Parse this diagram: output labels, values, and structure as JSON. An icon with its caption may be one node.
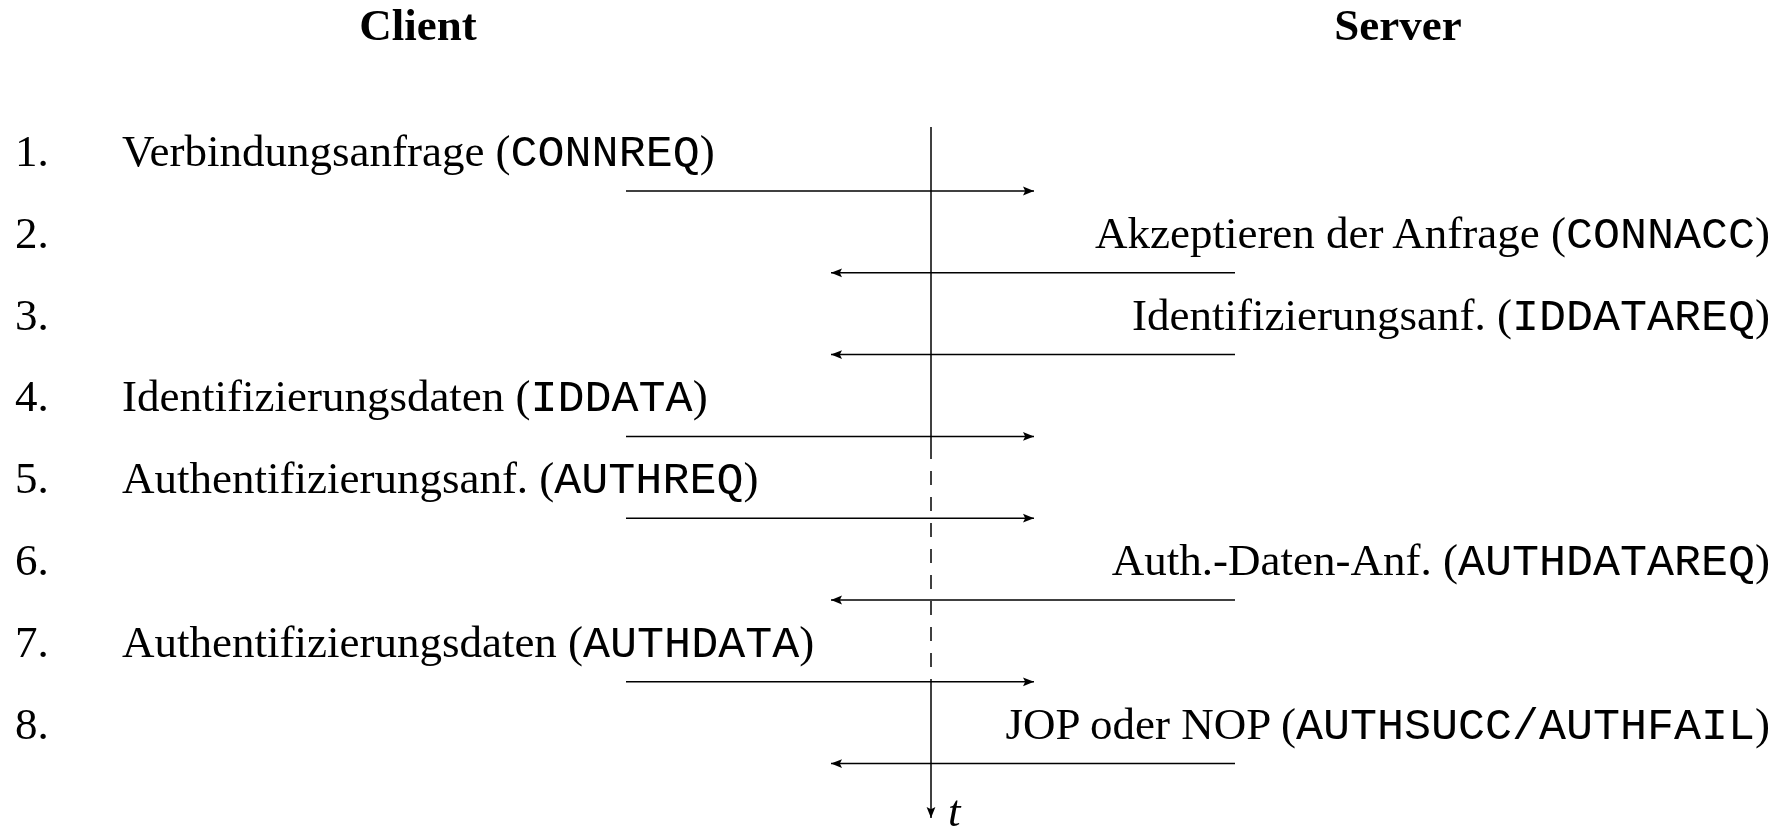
{
  "diagram": {
    "labels": [
      "Client",
      "Server",
      "1.",
      "Verbindungsanfrage (CONNREQ)",
      "2.",
      "Akzeptieren der Anfrage (CONNACC)",
      "3.",
      "Identifizierungsanf. (IDDATAREQ)",
      "4.",
      "Identifizierungsdaten (IDDATA)",
      "5.",
      "Authentifizierungsanf. (AUTHREQ)",
      "6.",
      "Auth.-Daten-Anf. (AUTHDATAREQ)",
      "7.",
      "Authentifizierungsdaten (AUTHDATA)",
      "8.",
      "JOP oder NOP (AUTHSUCC/AUTHFAIL)",
      "t"
    ]
  }
}
